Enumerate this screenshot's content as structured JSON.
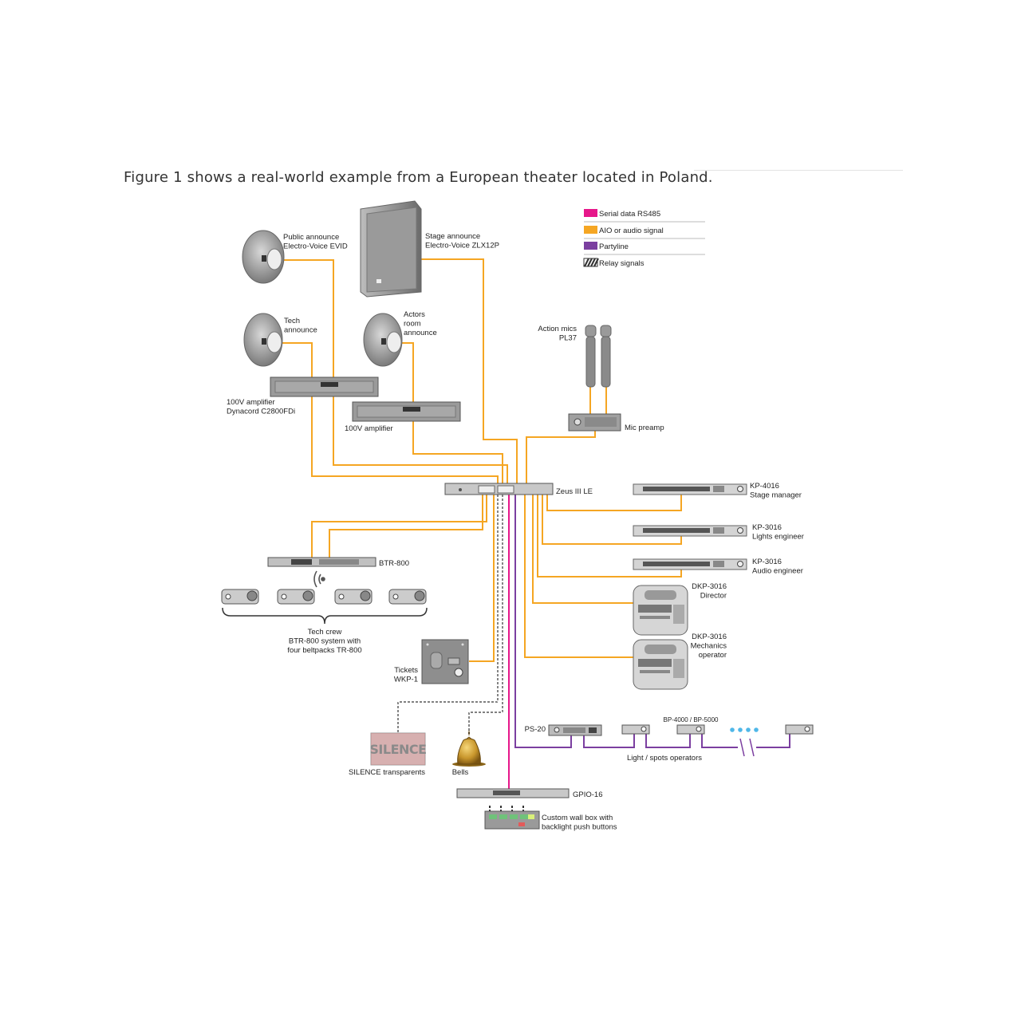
{
  "caption": "Figure 1 shows a real-world example from a European theater located in Poland.",
  "legend": [
    {
      "label": "Serial data RS485",
      "color": "#e6178a"
    },
    {
      "label": "AIO or audio signal",
      "color": "#f5a623"
    },
    {
      "label": "Partyline",
      "color": "#7b3fa0"
    },
    {
      "label": "Relay signals",
      "color": "#333333"
    }
  ],
  "labels": {
    "public_announce": [
      "Public announce",
      "Electro-Voice EVID"
    ],
    "stage_announce": [
      "Stage announce",
      "Electro-Voice ZLX12P"
    ],
    "tech_announce": [
      "Tech",
      "announce"
    ],
    "actors_announce": [
      "Actors",
      "room",
      "announce"
    ],
    "amp1": [
      "100V amplifier",
      "Dynacord C2800FDi"
    ],
    "amp2": [
      "100V amplifier"
    ],
    "action_mics": [
      "Action mics",
      "PL37"
    ],
    "mic_preamp": [
      "Mic preamp"
    ],
    "zeus": [
      "Zeus III LE"
    ],
    "kp4016": [
      "KP-4016",
      "Stage manager"
    ],
    "kp3016a": [
      "KP-3016",
      "Lights engineer"
    ],
    "kp3016b": [
      "KP-3016",
      "Audio engineer"
    ],
    "dkp_director": [
      "DKP-3016",
      "Director"
    ],
    "dkp_mech": [
      "DKP-3016",
      "Mechanics",
      "operator"
    ],
    "btr800": [
      "BTR-800"
    ],
    "tech_crew": [
      "Tech crew",
      "BTR-800 system with",
      "four beltpacks TR-800"
    ],
    "tickets": [
      "Tickets",
      "WKP-1"
    ],
    "ps20": [
      "PS-20"
    ],
    "bp": [
      "BP-4000 / BP-5000"
    ],
    "light_ops": [
      "Light / spots operators"
    ],
    "silence_caption": [
      "SILENCE transparents"
    ],
    "silence_sign": "SILENCE",
    "bells": [
      "Bells"
    ],
    "gpio": [
      "GPIO-16"
    ],
    "wallbox": [
      "Custom wall box with",
      "backlight push buttons"
    ]
  },
  "colors": {
    "audio": "#f5a623",
    "rs485": "#e6178a",
    "partyline": "#7b3fa0",
    "relay": "#333333",
    "wireless": "#4fb7e8"
  }
}
